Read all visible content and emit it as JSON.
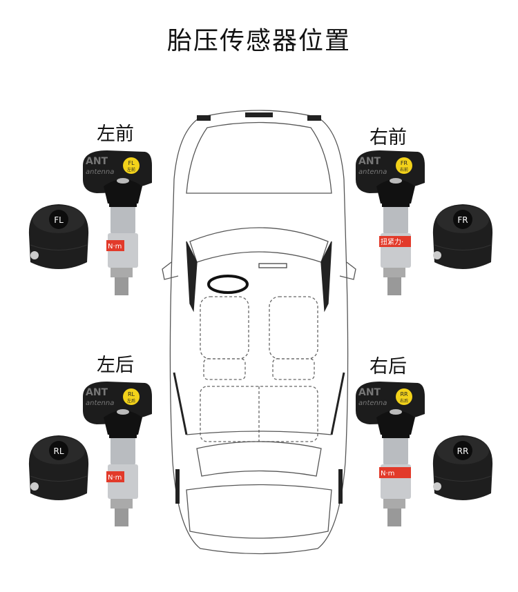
{
  "title": "胎压传感器位置",
  "positions": {
    "front_left": "左前",
    "front_right": "右前",
    "rear_left": "左后",
    "rear_right": "右后"
  },
  "sensors": [
    {
      "id": "fl",
      "code": "FL",
      "badge_cn": "左前",
      "brand": "ANT",
      "brand_sub": "antenna",
      "torque_label": "N·m",
      "mirror": false
    },
    {
      "id": "fr",
      "code": "FR",
      "badge_cn": "右前",
      "brand": "ANT",
      "brand_sub": "antenna",
      "torque_label": "扭紧力·",
      "mirror": true
    },
    {
      "id": "rl",
      "code": "RL",
      "badge_cn": "左后",
      "brand": "ANT",
      "brand_sub": "antenna",
      "torque_label": "N·m",
      "mirror": false
    },
    {
      "id": "rr",
      "code": "RR",
      "badge_cn": "右后",
      "brand": "ANT",
      "brand_sub": "antenna",
      "torque_label": "N·m",
      "mirror": true
    }
  ],
  "colors": {
    "badge": "#f2d21a",
    "sensor_body": "#1c1c1c",
    "valve": "#b9bcc0",
    "torque_tag": "#e23a2a"
  }
}
